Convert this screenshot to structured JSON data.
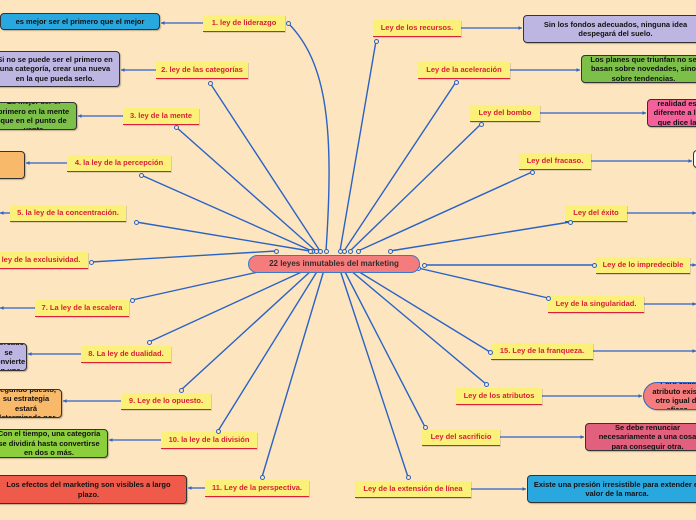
{
  "center": "22 leyes inmutables del marketing",
  "left_laws": [
    {
      "label": "1. ley de liderazgo"
    },
    {
      "label": "2. ley de las categorías"
    },
    {
      "label": "3. ley de la mente"
    },
    {
      "label": "4. la ley de la percepción"
    },
    {
      "label": "5. la ley de la concentración."
    },
    {
      "label": "ley de la exclusividad."
    },
    {
      "label": "7. La ley de la escalera"
    },
    {
      "label": "8. La ley de dualidad."
    },
    {
      "label": "9. Ley de lo opuesto."
    },
    {
      "label": "10. la ley de la división"
    },
    {
      "label": "11. Ley de la perspectiva."
    }
  ],
  "right_laws": [
    {
      "label": "Ley de los recursos."
    },
    {
      "label": "Ley de la aceleración"
    },
    {
      "label": "Ley del bombo"
    },
    {
      "label": "Ley del fracaso."
    },
    {
      "label": "Ley del éxito"
    },
    {
      "label": "Ley de lo impredecible"
    },
    {
      "label": "Ley de la singularidad."
    },
    {
      "label": "15. Ley de la franqueza."
    },
    {
      "label": "Ley de los atributos"
    },
    {
      "label": "Ley del sacrificio"
    },
    {
      "label": "Ley de la extensión de línea"
    }
  ],
  "left_notes": [
    {
      "text": "es mejor ser el primero que el mejor",
      "color": "#29a8e0"
    },
    {
      "text": "Si no se puede ser el primero en una categoría, crear una nueva en la que pueda serlo.",
      "color": "#bdb6e2"
    },
    {
      "text": "Es mejor ser el primero en la mente que en el punto de venta",
      "color": "#7cc04a"
    },
    {
      "text": "",
      "color": "#f9b96a"
    },
    {
      "text": "",
      "color": "#ffffff"
    },
    {
      "text": "",
      "color": "#ffffff"
    },
    {
      "text": "",
      "color": "#ffffff"
    },
    {
      "text": "A largo plazo el mercado se convierte en una carrera de dos",
      "color": "#bdb6e2"
    },
    {
      "text": "Si opta por el segundo puesto, su estrategia estará determinada por el líder.",
      "color": "#f9b96a"
    },
    {
      "text": "Con el tiempo, una categoría se dividirá hasta convertirse en dos o más.",
      "color": "#8ccf3c"
    },
    {
      "text": "Los efectos del marketing son visibles a largo plazo.",
      "color": "#ef5a4a"
    }
  ],
  "right_notes": [
    {
      "text": "Sin los fondos adecuados, ninguna idea despegará del suelo.",
      "color": "#bdb6e2"
    },
    {
      "text": "Los planes que triunfan no se basan sobre novedades, sino sobre tendencias.",
      "color": "#7cc04a"
    },
    {
      "text": "A menudo la realidad es diferente a lo que dice la prensa.",
      "color": "#f5609a"
    },
    {
      "text": "",
      "color": "#ffffff"
    },
    {
      "text": "",
      "color": "#ffffff"
    },
    {
      "text": "",
      "color": "#ffffff"
    },
    {
      "text": "",
      "color": "#ffffff"
    },
    {
      "text": "",
      "color": "#ffffff"
    },
    {
      "text": "Para cada atributo existe otro igual de eficaz.",
      "color": "#f47c7c"
    },
    {
      "text": "Se debe renunciar necesariamente a una cosa para conseguir otra.",
      "color": "#e0607e"
    },
    {
      "text": "Existe una presión irresistible para extender el valor de la marca.",
      "color": "#29a8e0"
    }
  ]
}
